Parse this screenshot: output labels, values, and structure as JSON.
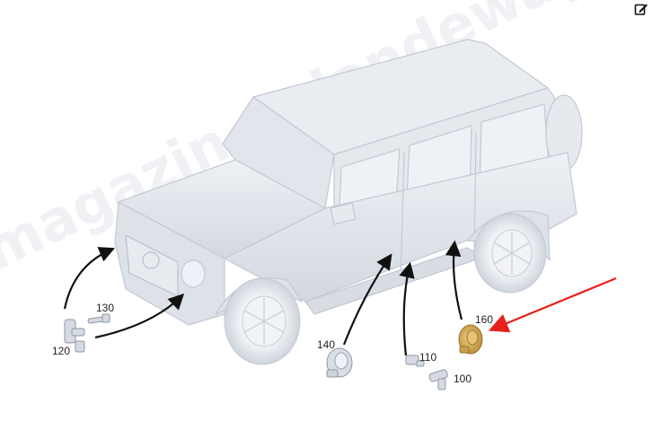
{
  "watermark": {
    "text": "magazin-gelandewagen-parts.ru",
    "color": "#c8ced6"
  },
  "toolbar": {
    "edit_icon": "edit-icon"
  },
  "vehicle": {
    "body_color": "#dfe3ea",
    "outline_color": "#c3c9d3"
  },
  "highlight": {
    "part_color": "#c9a050",
    "arrow_color": "#e8201c",
    "highlighted_part": "160"
  },
  "callouts": {
    "p100": "100",
    "p110": "110",
    "p120": "120",
    "p130": "130",
    "p140": "140",
    "p160": "160"
  }
}
